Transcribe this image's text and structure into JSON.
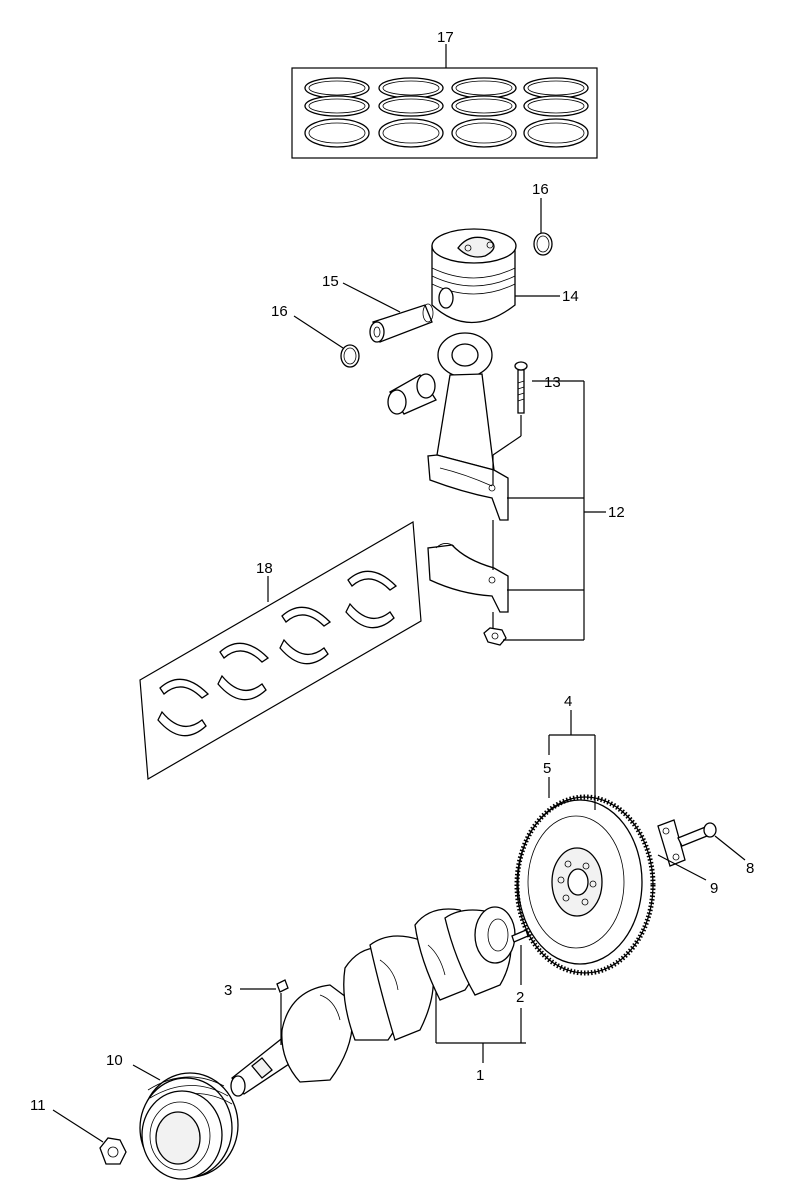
{
  "callouts": {
    "c1": "1",
    "c2": "2",
    "c3": "3",
    "c4": "4",
    "c5": "5",
    "c8": "8",
    "c9": "9",
    "c10": "10",
    "c11": "11",
    "c12": "12",
    "c13": "13",
    "c14": "14",
    "c15": "15",
    "c16a": "16",
    "c16b": "16",
    "c17": "17",
    "c18": "18"
  },
  "icons": {
    "piston_ring_set": "piston-ring-set-icon",
    "piston": "piston-icon",
    "connecting_rod": "connecting-rod-icon",
    "bearing_set": "bearing-set-icon",
    "flywheel": "flywheel-icon",
    "crankshaft": "crankshaft-icon",
    "pulley": "pulley-icon"
  }
}
